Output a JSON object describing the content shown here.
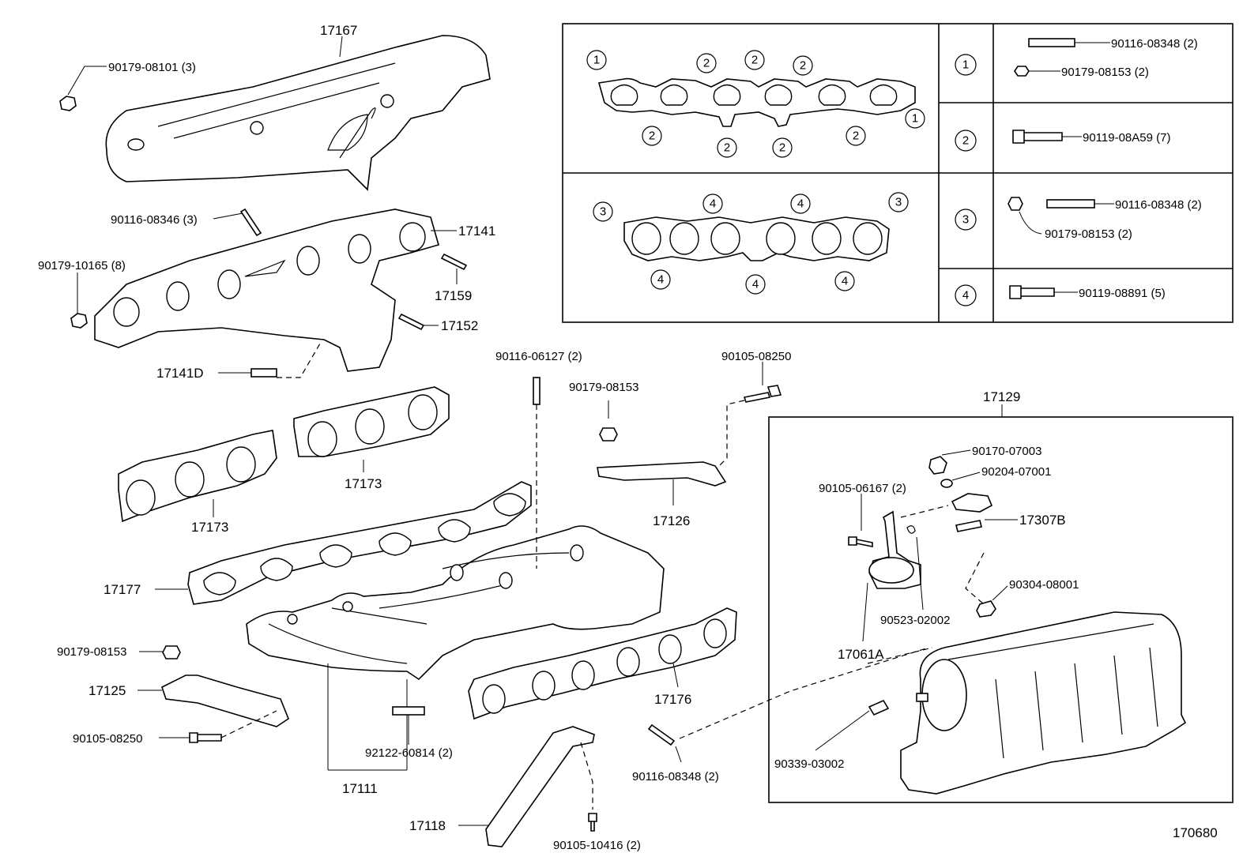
{
  "diagram_id": "170680",
  "group_17129": "17129",
  "legend": {
    "row1": {
      "key": "1",
      "items": [
        "90116-08348 (2)",
        "90179-08153 (2)"
      ]
    },
    "row2": {
      "key": "2",
      "items": [
        "90119-08A59 (7)"
      ]
    },
    "row3": {
      "key": "3",
      "items": [
        "90116-08348 (2)",
        "90179-08153 (2)"
      ]
    },
    "row4": {
      "key": "4",
      "items": [
        "90119-08891 (5)"
      ]
    }
  },
  "gasket_markers": {
    "upper": [
      "1",
      "2",
      "2",
      "2",
      "2",
      "2",
      "2",
      "2",
      "1"
    ],
    "lower": [
      "3",
      "4",
      "4",
      "3",
      "4",
      "4",
      "4"
    ]
  },
  "labels": {
    "l17167": "17167",
    "l90179_08101": "90179-08101 (3)",
    "l90116_08346": "90116-08346 (3)",
    "l17141": "17141",
    "l90179_10165": "90179-10165 (8)",
    "l17159": "17159",
    "l17152": "17152",
    "l17141D": "17141D",
    "l17173a": "17173",
    "l17173b": "17173",
    "l90116_06127": "90116-06127 (2)",
    "l90179_08153_top": "90179-08153",
    "l90105_08250_top": "90105-08250",
    "l17126": "17126",
    "l17177": "17177",
    "l90179_08153_left": "90179-08153",
    "l17125": "17125",
    "l90105_08250_left": "90105-08250",
    "l92122": "92122-60814 (2)",
    "l17111": "17111",
    "l17176": "17176",
    "l17118": "17118",
    "l90105_10416": "90105-10416 (2)",
    "l90116_08348_bot": "90116-08348 (2)",
    "l90170_07003": "90170-07003",
    "l90204_07001": "90204-07001",
    "l90105_06167": "90105-06167 (2)",
    "l17307B": "17307B",
    "l90304_08001": "90304-08001",
    "l90523_02002": "90523-02002",
    "l17061A": "17061A",
    "l90339_03002": "90339-03002"
  }
}
